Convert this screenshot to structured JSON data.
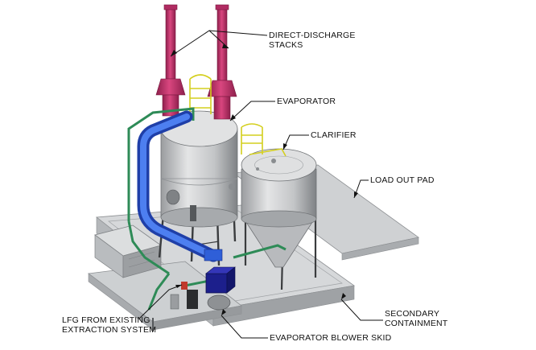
{
  "labels": {
    "stacks": [
      "DIRECT-DISCHARGE",
      "STACKS"
    ],
    "evaporator": "EVAPORATOR",
    "clarifier": "CLARIFIER",
    "load_out_pad": "LOAD OUT PAD",
    "lfg": [
      "LFG FROM EXISTING",
      "EXTRACTION SYSTEM"
    ],
    "containment": [
      "SECONDARY",
      "CONTAINMENT"
    ],
    "blower_skid": "EVAPORATOR BLOWER SKID"
  },
  "colors": {
    "stack": "#c0306a",
    "stack_dark": "#8e1f4c",
    "pipe_blue": "#2f5fd8",
    "pipe_green": "#2e8b57",
    "railing": "#e6e235",
    "tank": "#c4c6c8",
    "tank_dark": "#8d9092",
    "pad": "#d2d4d6",
    "pad_dark": "#a6a9ac",
    "blower": "#1c1f8c"
  }
}
